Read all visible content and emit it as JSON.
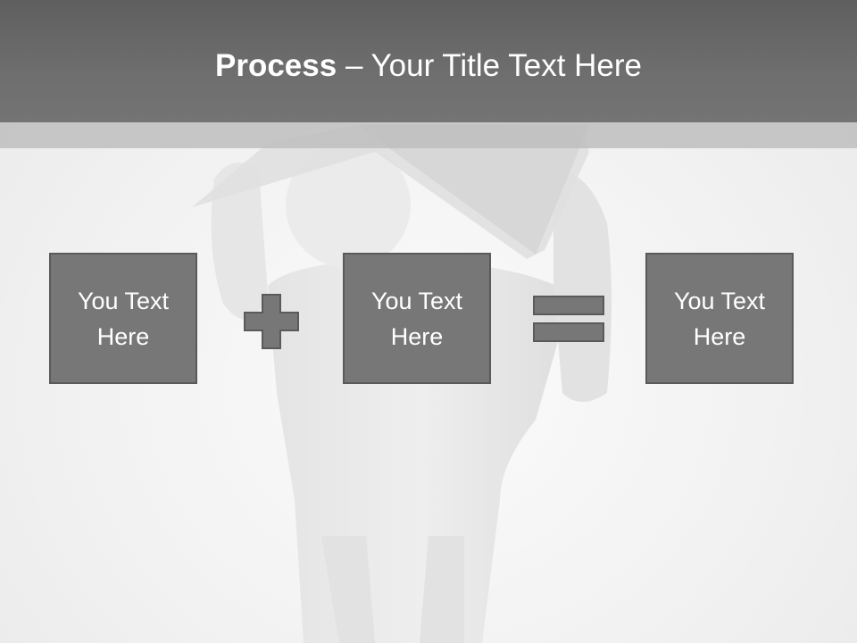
{
  "title": {
    "bold": "Process",
    "rest": " – Your Title Text Here"
  },
  "boxes": [
    {
      "text": "You Text Here"
    },
    {
      "text": "You Text Here"
    },
    {
      "text": "You Text Here"
    }
  ],
  "operators": [
    "plus-icon",
    "equals-icon"
  ],
  "colors": {
    "header": "#6a6a6a",
    "box_fill": "#777777",
    "box_border": "#5a5a5a",
    "text": "#ffffff"
  }
}
